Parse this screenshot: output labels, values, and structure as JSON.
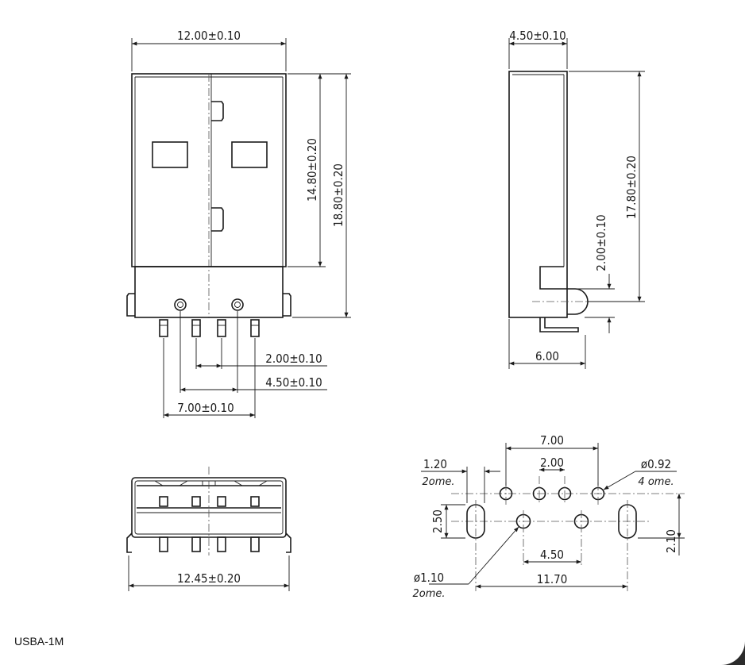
{
  "part_number": "USBA-1M",
  "front_view": {
    "width": "12.00±0.10",
    "height_inner": "14.80±0.20",
    "height_total": "18.80±0.20",
    "pin_pitch": "2.00±0.10",
    "pin_span_inner": "4.50±0.10",
    "pin_span_outer": "7.00±0.10"
  },
  "side_view": {
    "thickness": "4.50±0.10",
    "height": "17.80±0.20",
    "offset": "2.00±0.10",
    "depth": "6.00"
  },
  "end_view": {
    "width": "12.45±0.20"
  },
  "footprint": {
    "span_outer": "7.00",
    "pitch": "2.00",
    "slot_width": "1.20",
    "slot_note": "2ome.",
    "small_hole_dia": "ø0.92",
    "small_hole_note": "4 ome.",
    "row_offset": "2.50",
    "slot_to_row": "2.10",
    "large_hole_spacing": "4.50",
    "slot_spacing": "11.70",
    "large_hole_dia": "ø1.10",
    "large_hole_note": "2ome."
  }
}
